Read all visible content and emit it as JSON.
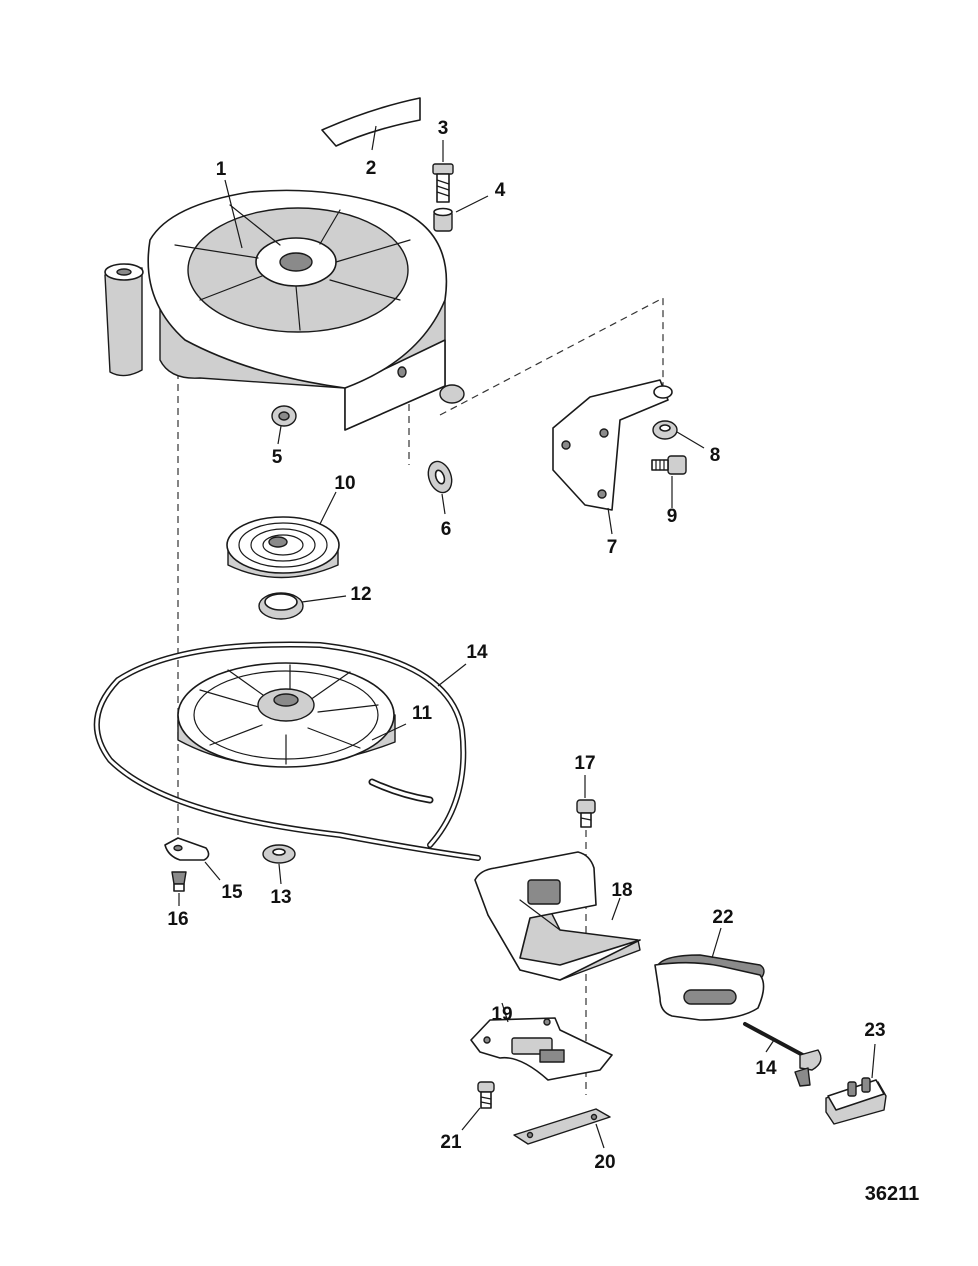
{
  "diagram": {
    "figure_number": "36211",
    "callouts": [
      "1",
      "2",
      "3",
      "4",
      "5",
      "6",
      "7",
      "8",
      "9",
      "10",
      "11",
      "12",
      "13",
      "14",
      "15",
      "16",
      "17",
      "18",
      "19",
      "20",
      "21",
      "22",
      "23",
      "14"
    ]
  }
}
